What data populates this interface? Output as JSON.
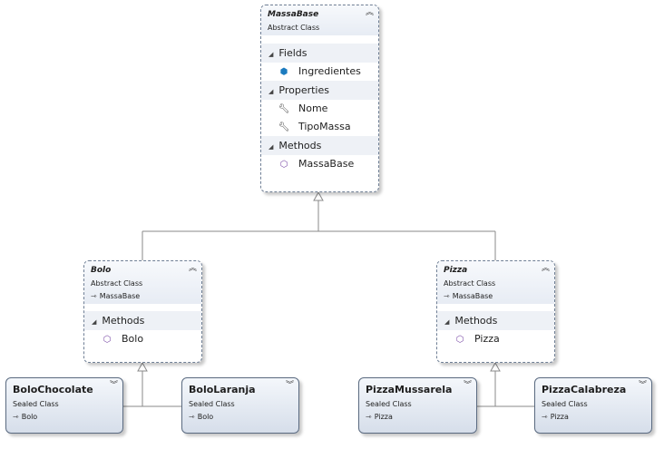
{
  "diagram": {
    "classes": {
      "massabase": {
        "name": "MassaBase",
        "stereotype": "Abstract Class",
        "sections": {
          "fields": {
            "label": "Fields",
            "members": [
              "Ingredientes"
            ]
          },
          "properties": {
            "label": "Properties",
            "members": [
              "Nome",
              "TipoMassa"
            ]
          },
          "methods": {
            "label": "Methods",
            "members": [
              "MassaBase"
            ]
          }
        }
      },
      "bolo": {
        "name": "Bolo",
        "stereotype": "Abstract Class",
        "inherits": "MassaBase",
        "sections": {
          "methods": {
            "label": "Methods",
            "members": [
              "Bolo"
            ]
          }
        }
      },
      "pizza": {
        "name": "Pizza",
        "stereotype": "Abstract Class",
        "inherits": "MassaBase",
        "sections": {
          "methods": {
            "label": "Methods",
            "members": [
              "Pizza"
            ]
          }
        }
      },
      "bolochocolate": {
        "name": "BoloChocolate",
        "stereotype": "Sealed Class",
        "inherits": "Bolo"
      },
      "bololaranja": {
        "name": "BoloLaranja",
        "stereotype": "Sealed Class",
        "inherits": "Bolo"
      },
      "pizzamussarela": {
        "name": "PizzaMussarela",
        "stereotype": "Sealed Class",
        "inherits": "Pizza"
      },
      "pizzacalabreza": {
        "name": "PizzaCalabreza",
        "stereotype": "Sealed Class",
        "inherits": "Pizza"
      }
    },
    "icons": {
      "collapse": "double-chevron-up",
      "expand": "double-chevron-down",
      "section_toggle": "triangle",
      "field": "field-cube",
      "property": "wrench",
      "method": "method-cube",
      "inheritance": "arrow-right"
    },
    "colors": {
      "border": "#6f7f95",
      "section_bg": "#eef1f6",
      "field_icon": "#1c7bbf",
      "method_icon": "#7d4ea8"
    }
  }
}
